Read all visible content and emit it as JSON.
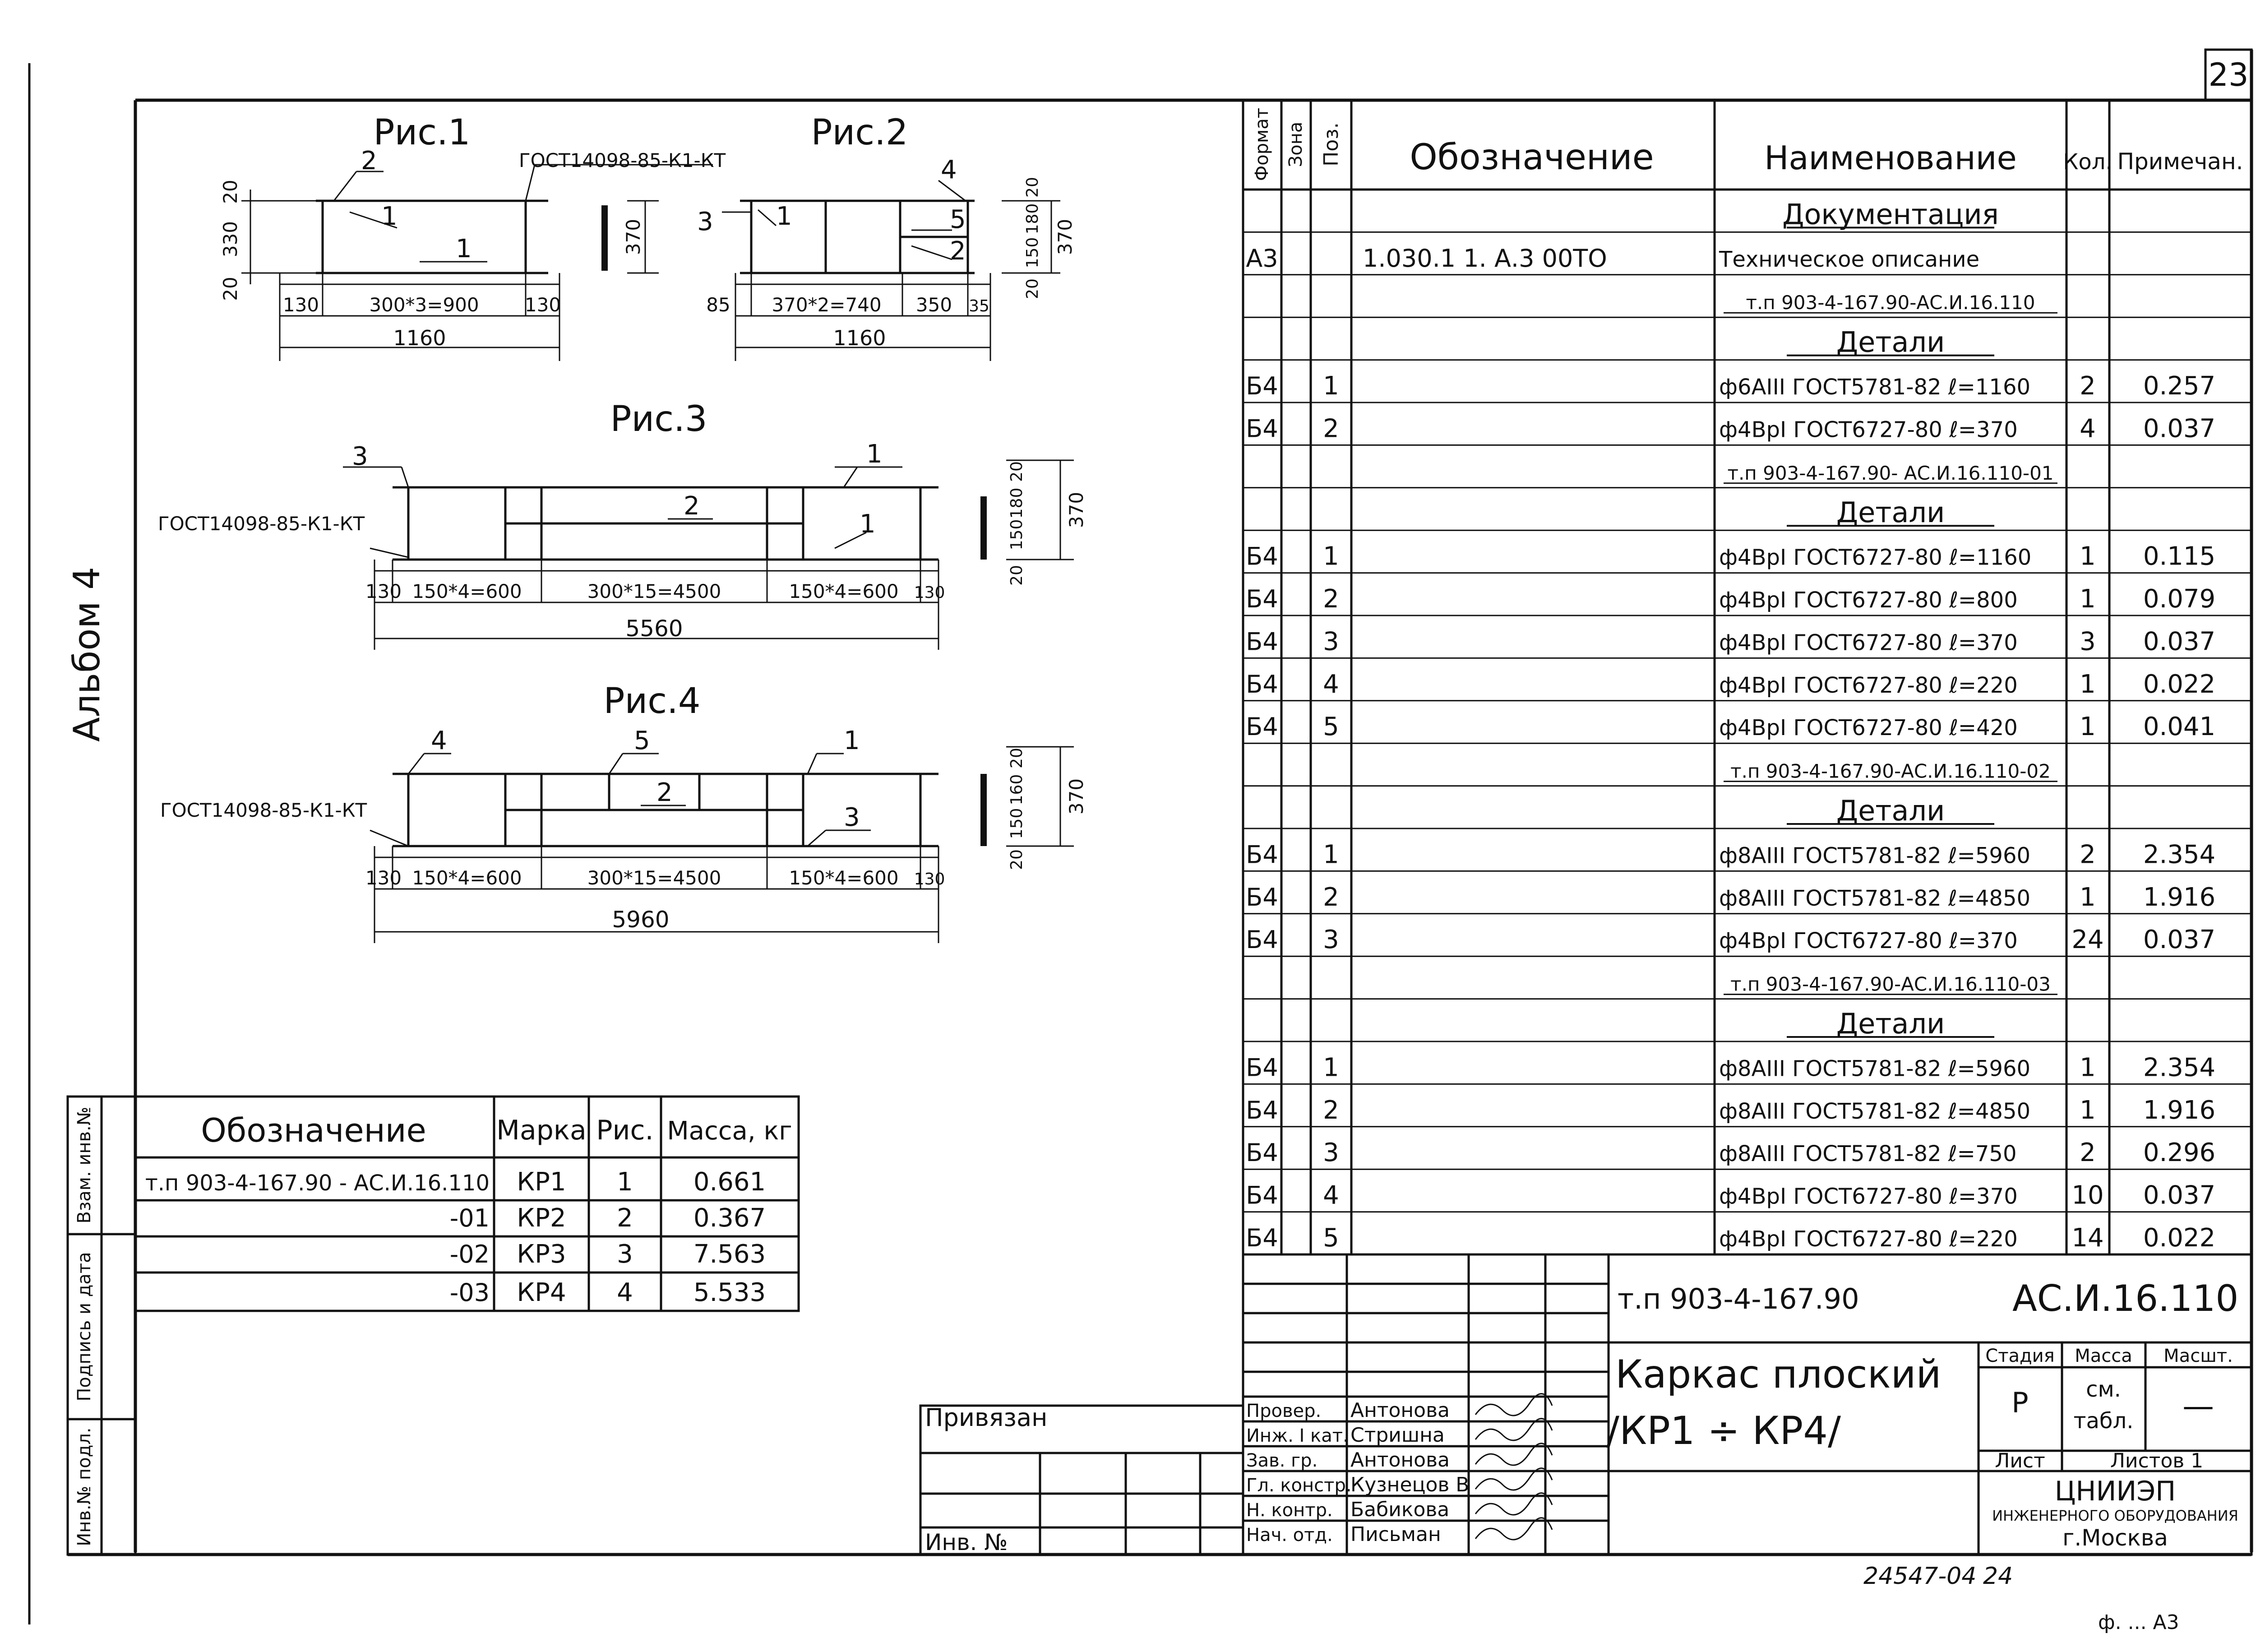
{
  "sheet": {
    "number": "23",
    "album": "Альбом 4",
    "footer_copy_number": "24547-04",
    "footer_page": "24",
    "format_mark": "ф. ... А3"
  },
  "figures": {
    "fig1": {
      "title": "Рис.1",
      "note": "ГОСТ14098-85-К1-КТ",
      "pos": [
        "2",
        "1",
        "1"
      ],
      "dims": {
        "left_total": "330",
        "left_top": "20",
        "left_bot": "20",
        "seg1": "130",
        "mid": "300*3=900",
        "seg2": "130",
        "total": "1160",
        "side": "370"
      }
    },
    "fig2": {
      "title": "Рис.2",
      "pos": [
        "3",
        "1",
        "4",
        "5",
        "2"
      ],
      "dims": {
        "seg1": "85",
        "mid": "370*2=740",
        "seg2": "350",
        "seg3": "35",
        "total": "1160",
        "r_a": "20",
        "r_b": "150",
        "r_c": "180",
        "r_d": "20",
        "side": "370"
      }
    },
    "fig3": {
      "title": "Рис.3",
      "note": "ГОСТ14098-85-К1-КТ",
      "pos": [
        "3",
        "1",
        "2",
        "1"
      ],
      "dims": {
        "s1": "130",
        "s2": "150*4=600",
        "s3": "300*15=4500",
        "s4": "150*4=600",
        "s5": "130",
        "total": "5560",
        "r_a": "20",
        "r_b": "150",
        "r_c": "180",
        "r_d": "20",
        "side": "370"
      }
    },
    "fig4": {
      "title": "Рис.4",
      "note": "ГОСТ14098-85-К1-КТ",
      "pos": [
        "4",
        "5",
        "1",
        "2",
        "3"
      ],
      "dims": {
        "s1": "130",
        "s2": "150*4=600",
        "s3": "300*15=4500",
        "s4": "150*4=600",
        "s5": "130",
        "total": "5960",
        "r_a": "20",
        "r_b": "150",
        "r_c": "160",
        "r_d": "20",
        "side": "370"
      }
    }
  },
  "marks_table": {
    "headers": [
      "Обозначение",
      "Марка",
      "Рис.",
      "Масса, кг"
    ],
    "rows": [
      [
        "т.п 903-4-167.90 - АС.И.16.110",
        "КР1",
        "1",
        "0.661"
      ],
      [
        "-01",
        "КР2",
        "2",
        "0.367"
      ],
      [
        "-02",
        "КР3",
        "3",
        "7.563"
      ],
      [
        "-03",
        "КР4",
        "4",
        "5.533"
      ]
    ]
  },
  "left_stamp": [
    "Инв.№ подл.",
    "Подпись и дата",
    "Взам. инв.№"
  ],
  "spec": {
    "headers": {
      "format": "Формат",
      "zone": "Зона",
      "pos": "Поз.",
      "designation": "Обозначение",
      "name": "Наименование",
      "qty": "Кол.",
      "note": "Примечан."
    },
    "rows": [
      {
        "type": "section",
        "name": "Документация"
      },
      {
        "type": "item",
        "format": "А3",
        "designation": "1.030.1 1. А.3 00ТО",
        "name": "Техническое описание"
      },
      {
        "type": "doc",
        "name": "т.п 903-4-167.90-АС.И.16.110"
      },
      {
        "type": "section",
        "name": "Детали"
      },
      {
        "type": "item",
        "format": "Б4",
        "pos": "1",
        "name": "ф6АIII ГОСТ5781-82 ℓ=1160",
        "qty": "2",
        "note": "0.257"
      },
      {
        "type": "item",
        "format": "Б4",
        "pos": "2",
        "name": "ф4ВрI ГОСТ6727-80 ℓ=370",
        "qty": "4",
        "note": "0.037"
      },
      {
        "type": "doc",
        "name": "т.п 903-4-167.90- АС.И.16.110-01"
      },
      {
        "type": "section",
        "name": "Детали"
      },
      {
        "type": "item",
        "format": "Б4",
        "pos": "1",
        "name": "ф4ВрI ГОСТ6727-80 ℓ=1160",
        "qty": "1",
        "note": "0.115"
      },
      {
        "type": "item",
        "format": "Б4",
        "pos": "2",
        "name": "ф4ВрI ГОСТ6727-80 ℓ=800",
        "qty": "1",
        "note": "0.079"
      },
      {
        "type": "item",
        "format": "Б4",
        "pos": "3",
        "name": "ф4ВрI ГОСТ6727-80 ℓ=370",
        "qty": "3",
        "note": "0.037"
      },
      {
        "type": "item",
        "format": "Б4",
        "pos": "4",
        "name": "ф4ВрI ГОСТ6727-80 ℓ=220",
        "qty": "1",
        "note": "0.022"
      },
      {
        "type": "item",
        "format": "Б4",
        "pos": "5",
        "name": "ф4ВрI ГОСТ6727-80 ℓ=420",
        "qty": "1",
        "note": "0.041"
      },
      {
        "type": "doc",
        "name": "т.п 903-4-167.90-АС.И.16.110-02"
      },
      {
        "type": "section",
        "name": "Детали"
      },
      {
        "type": "item",
        "format": "Б4",
        "pos": "1",
        "name": "ф8АIII ГОСТ5781-82 ℓ=5960",
        "qty": "2",
        "note": "2.354"
      },
      {
        "type": "item",
        "format": "Б4",
        "pos": "2",
        "name": "ф8АIII ГОСТ5781-82 ℓ=4850",
        "qty": "1",
        "note": "1.916"
      },
      {
        "type": "item",
        "format": "Б4",
        "pos": "3",
        "name": "ф4ВрI ГОСТ6727-80 ℓ=370",
        "qty": "24",
        "note": "0.037"
      },
      {
        "type": "doc",
        "name": "т.п 903-4-167.90-АС.И.16.110-03"
      },
      {
        "type": "section",
        "name": "Детали"
      },
      {
        "type": "item",
        "format": "Б4",
        "pos": "1",
        "name": "ф8АIII ГОСТ5781-82 ℓ=5960",
        "qty": "1",
        "note": "2.354"
      },
      {
        "type": "item",
        "format": "Б4",
        "pos": "2",
        "name": "ф8АIII ГОСТ5781-82 ℓ=4850",
        "qty": "1",
        "note": "1.916"
      },
      {
        "type": "item",
        "format": "Б4",
        "pos": "3",
        "name": "ф8АIII ГОСТ5781-82 ℓ=750",
        "qty": "2",
        "note": "0.296"
      },
      {
        "type": "item",
        "format": "Б4",
        "pos": "4",
        "name": "ф4ВрI ГОСТ6727-80 ℓ=370",
        "qty": "10",
        "note": "0.037"
      },
      {
        "type": "item",
        "format": "Б4",
        "pos": "5",
        "name": "ф4ВрI ГОСТ6727-80 ℓ=220",
        "qty": "14",
        "note": "0.022"
      }
    ]
  },
  "title_block": {
    "project_code": "т.п 903-4-167.90",
    "doc_code": "АС.И.16.110",
    "title_line1": "Каркас плоский",
    "title_line2": "/КР1 ÷ КР4/",
    "stage_label": "Стадия",
    "stage": "Р",
    "mass_label": "Масса",
    "mass_value_1": "см.",
    "mass_value_2": "табл.",
    "scale_label": "Масшт.",
    "scale": "—",
    "sheet_label": "Лист",
    "sheets_label": "Листов 1",
    "org_name": "ЦНИИЭП",
    "org_sub": "ИНЖЕНЕРНОГО ОБОРУДОВАНИЯ",
    "org_city": "г.Москва",
    "bound_label": "Привязан",
    "inv_label": "Инв. №",
    "staff": [
      {
        "role": "Провер.",
        "name": "Антонова"
      },
      {
        "role": "Инж. I кат.",
        "name": "Стришна"
      },
      {
        "role": "Зав. гр.",
        "name": "Антонова"
      },
      {
        "role": "Гл. констр.",
        "name": "Кузнецов В"
      },
      {
        "role": "Н. контр.",
        "name": "Бабикова"
      },
      {
        "role": "Нач. отд.",
        "name": "Письман"
      }
    ]
  }
}
